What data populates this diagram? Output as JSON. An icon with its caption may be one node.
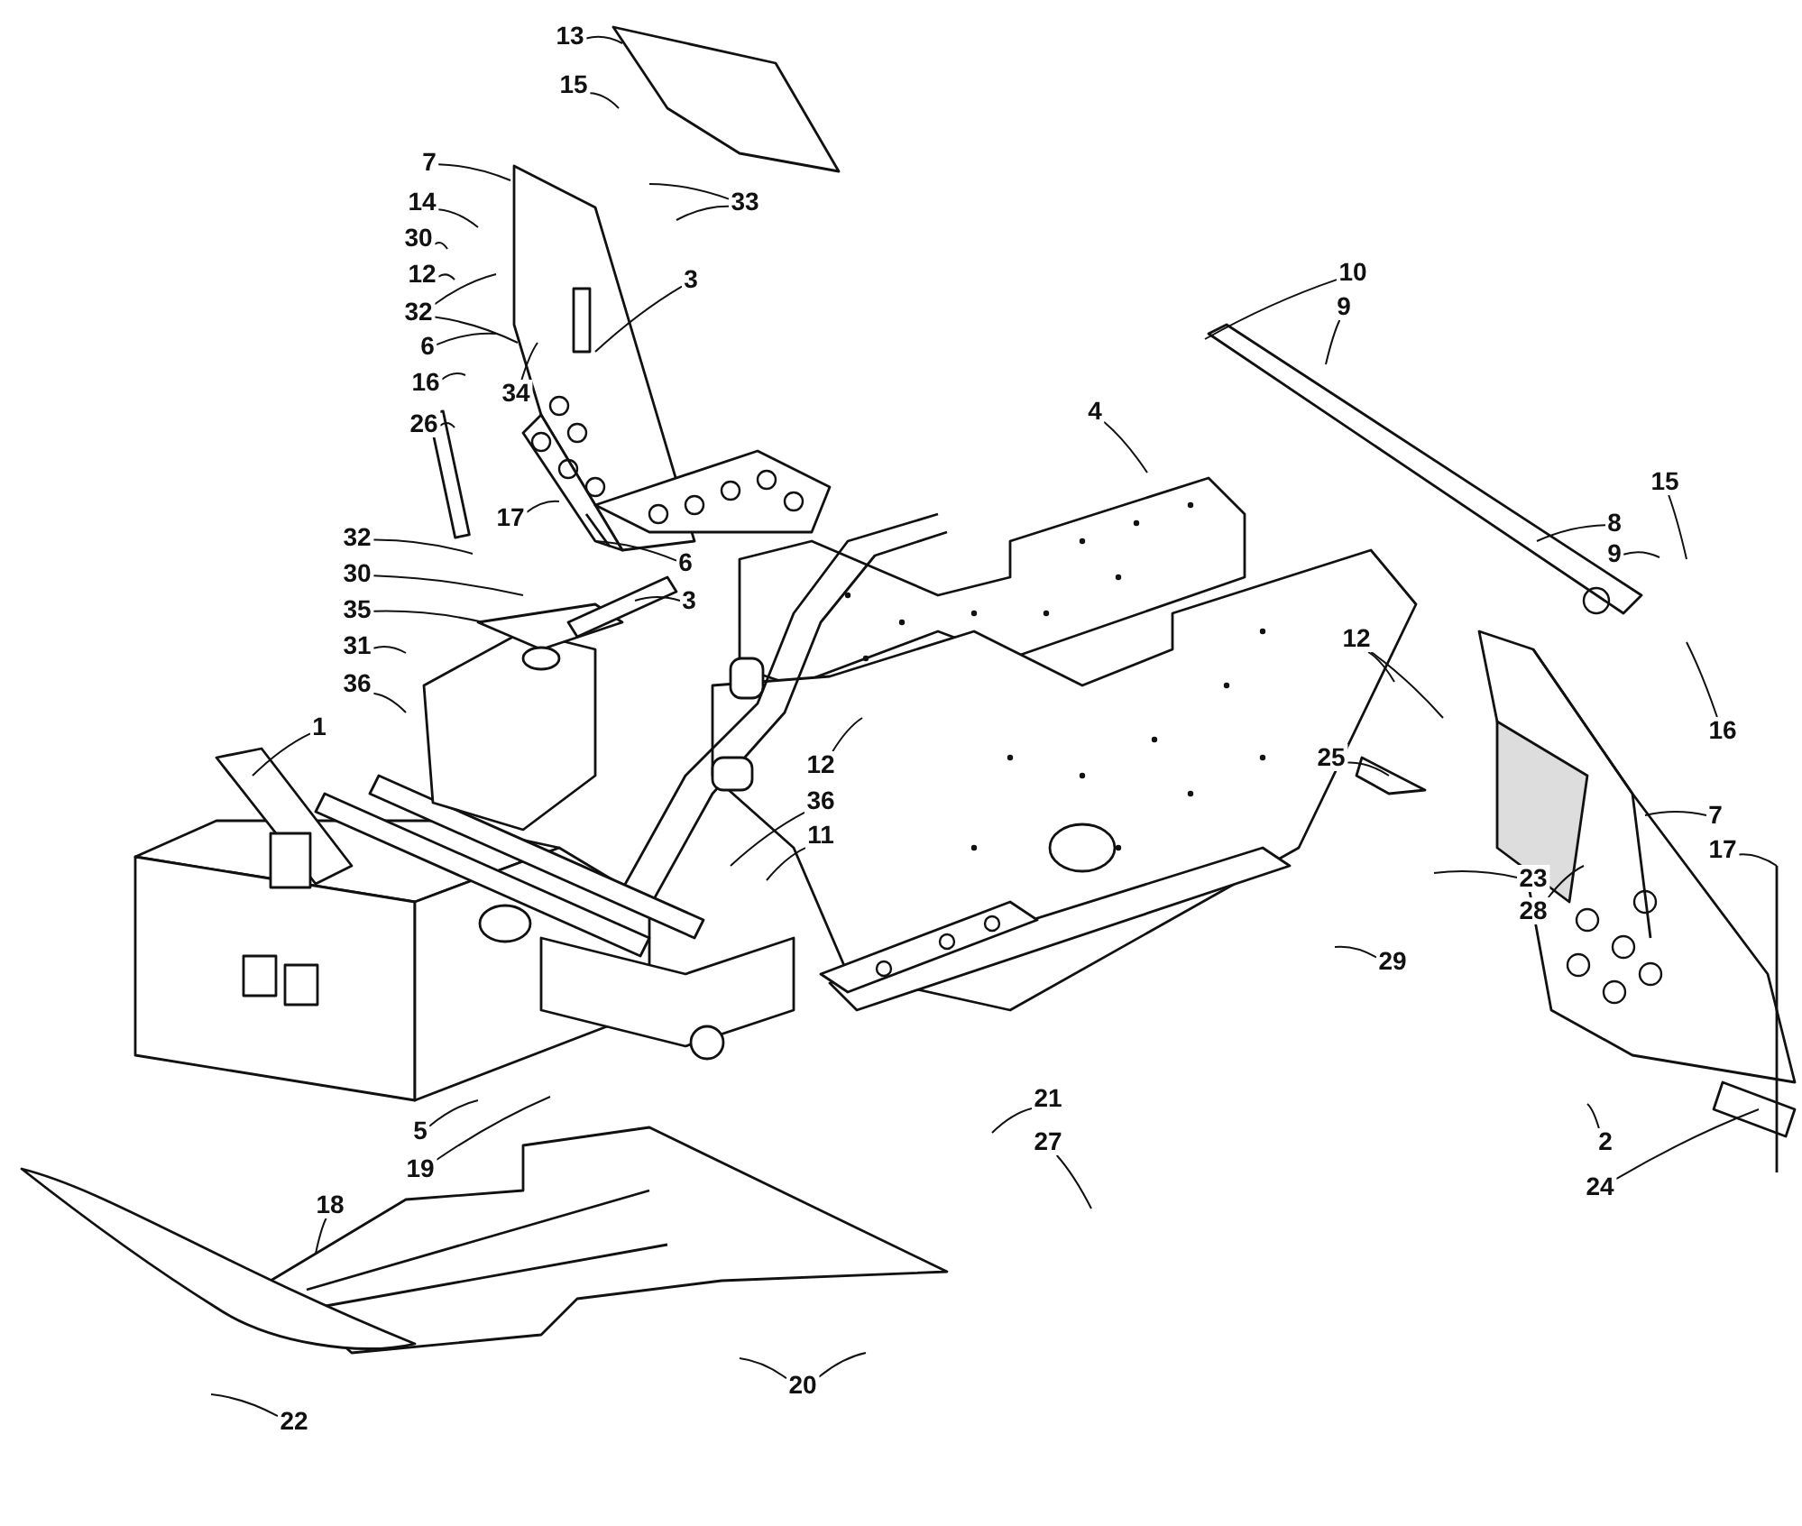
{
  "diagram": {
    "nodes": [
      {
        "text": [
          "13"
        ]
      },
      {
        "text": [
          "15"
        ]
      },
      {
        "text": [
          "7"
        ]
      },
      {
        "text": [
          "33"
        ]
      },
      {
        "text": [
          "14"
        ]
      },
      {
        "text": [
          "30"
        ]
      },
      {
        "text": [
          "12"
        ]
      },
      {
        "text": [
          "32"
        ]
      },
      {
        "text": [
          "3"
        ]
      },
      {
        "text": [
          "6"
        ]
      },
      {
        "text": [
          "34"
        ]
      },
      {
        "text": [
          "16"
        ]
      },
      {
        "text": [
          "26"
        ]
      },
      {
        "text": [
          "17"
        ]
      },
      {
        "text": [
          "32"
        ]
      },
      {
        "text": [
          "30"
        ]
      },
      {
        "text": [
          "35"
        ]
      },
      {
        "text": [
          "31"
        ]
      },
      {
        "text": [
          "36"
        ]
      },
      {
        "text": [
          "6"
        ]
      },
      {
        "text": [
          "3"
        ]
      },
      {
        "text": [
          "1"
        ]
      },
      {
        "text": [
          "12"
        ]
      },
      {
        "text": [
          "36"
        ]
      },
      {
        "text": [
          "11"
        ]
      },
      {
        "text": [
          "10"
        ]
      },
      {
        "text": [
          "9"
        ]
      },
      {
        "text": [
          "4"
        ]
      },
      {
        "text": [
          "15"
        ]
      },
      {
        "text": [
          "8"
        ]
      },
      {
        "text": [
          "9"
        ]
      },
      {
        "text": [
          "12"
        ]
      },
      {
        "text": [
          "16"
        ]
      },
      {
        "text": [
          "25"
        ]
      },
      {
        "text": [
          "7"
        ]
      },
      {
        "text": [
          "17"
        ]
      },
      {
        "text": [
          "23"
        ]
      },
      {
        "text": [
          "28"
        ]
      },
      {
        "text": [
          "29"
        ]
      },
      {
        "text": [
          "2"
        ]
      },
      {
        "text": [
          "24"
        ]
      },
      {
        "text": [
          "21"
        ]
      },
      {
        "text": [
          "27"
        ]
      },
      {
        "text": [
          "5"
        ]
      },
      {
        "text": [
          "19"
        ]
      },
      {
        "text": [
          "18"
        ]
      },
      {
        "text": [
          "20"
        ]
      },
      {
        "text": [
          "22"
        ]
      }
    ],
    "edges": [
      {
        "from": 0,
        "to": null,
        "arrow": "none"
      },
      {
        "from": 1,
        "to": null,
        "arrow": "none"
      },
      {
        "from": 2,
        "to": null,
        "arrow": "none"
      },
      {
        "from": 3,
        "to": null,
        "arrow": "none"
      },
      {
        "from": 3,
        "to": null,
        "arrow": "none"
      },
      {
        "from": 4,
        "to": null,
        "arrow": "none"
      },
      {
        "from": 5,
        "to": null,
        "arrow": "none"
      },
      {
        "from": 6,
        "to": null,
        "arrow": "none"
      },
      {
        "from": 7,
        "to": null,
        "arrow": "none"
      },
      {
        "from": 7,
        "to": null,
        "arrow": "none"
      },
      {
        "from": 8,
        "to": null,
        "arrow": "none"
      },
      {
        "from": 9,
        "to": null,
        "arrow": "none"
      },
      {
        "from": 10,
        "to": null,
        "arrow": "none"
      },
      {
        "from": 11,
        "to": null,
        "arrow": "none"
      },
      {
        "from": 12,
        "to": null,
        "arrow": "none"
      },
      {
        "from": 13,
        "to": null,
        "arrow": "none"
      },
      {
        "from": 14,
        "to": null,
        "arrow": "none"
      },
      {
        "from": 15,
        "to": null,
        "arrow": "none"
      },
      {
        "from": 16,
        "to": null,
        "arrow": "none"
      },
      {
        "from": 17,
        "to": null,
        "arrow": "none"
      },
      {
        "from": 18,
        "to": null,
        "arrow": "none"
      },
      {
        "from": 19,
        "to": null,
        "arrow": "none"
      },
      {
        "from": 20,
        "to": null,
        "arrow": "none"
      },
      {
        "from": 21,
        "to": null,
        "arrow": "none"
      },
      {
        "from": 22,
        "to": null,
        "arrow": "none"
      },
      {
        "from": 23,
        "to": null,
        "arrow": "none"
      },
      {
        "from": 24,
        "to": null,
        "arrow": "none"
      },
      {
        "from": 25,
        "to": null,
        "arrow": "none"
      },
      {
        "from": 26,
        "to": null,
        "arrow": "none"
      },
      {
        "from": 27,
        "to": null,
        "arrow": "none"
      },
      {
        "from": 28,
        "to": null,
        "arrow": "none"
      },
      {
        "from": 29,
        "to": null,
        "arrow": "none"
      },
      {
        "from": 30,
        "to": null,
        "arrow": "none"
      },
      {
        "from": 31,
        "to": null,
        "arrow": "none"
      },
      {
        "from": 31,
        "to": null,
        "arrow": "none"
      },
      {
        "from": 32,
        "to": null,
        "arrow": "none"
      },
      {
        "from": 33,
        "to": null,
        "arrow": "none"
      },
      {
        "from": 34,
        "to": null,
        "arrow": "none"
      },
      {
        "from": 35,
        "to": null,
        "arrow": "none"
      },
      {
        "from": 36,
        "to": null,
        "arrow": "none"
      },
      {
        "from": 37,
        "to": null,
        "arrow": "none"
      },
      {
        "from": 38,
        "to": null,
        "arrow": "none"
      },
      {
        "from": 39,
        "to": null,
        "arrow": "none"
      },
      {
        "from": 40,
        "to": null,
        "arrow": "none"
      },
      {
        "from": 41,
        "to": null,
        "arrow": "none"
      },
      {
        "from": 42,
        "to": null,
        "arrow": "none"
      },
      {
        "from": 43,
        "to": null,
        "arrow": "none"
      },
      {
        "from": 44,
        "to": null,
        "arrow": "none"
      },
      {
        "from": 45,
        "to": null,
        "arrow": "none"
      },
      {
        "from": 46,
        "to": null,
        "arrow": "none"
      },
      {
        "from": 46,
        "to": null,
        "arrow": "none"
      },
      {
        "from": 47,
        "to": null,
        "arrow": "none"
      }
    ]
  }
}
